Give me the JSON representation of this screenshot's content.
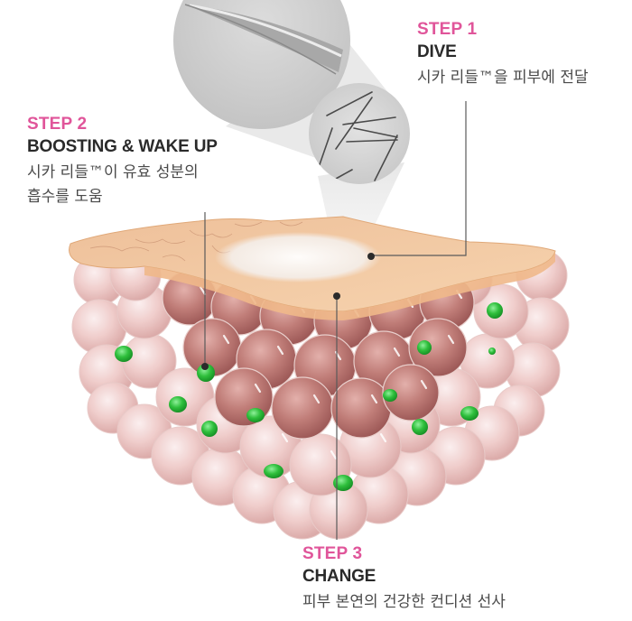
{
  "steps": [
    {
      "step_label": "STEP 1",
      "title": "DIVE",
      "description": "시카 리들™을 피부에 전달"
    },
    {
      "step_label": "STEP 2",
      "title": "BOOSTING & WAKE UP",
      "description_line1": "시카 리들™이 유효 성분의",
      "description_line2": "흡수를 도움"
    },
    {
      "step_label": "STEP 3",
      "title": "CHANGE",
      "description": "피부 본연의 건강한 컨디션 선사"
    }
  ],
  "colors": {
    "accent_pink": "#e0559a",
    "title_dark": "#2a2a2a",
    "desc_gray": "#4a4a4a",
    "skin_surface": "#f3c8a0",
    "cell_pink": "#e8b9b6",
    "cell_deep": "#b8706e",
    "ingredient_green": "#2fbf3c"
  },
  "illustration": {
    "magnifier_large": "needle-tip-closeup",
    "magnifier_small": "microneedles-closeup",
    "skin_layer": "skin-cross-section"
  }
}
